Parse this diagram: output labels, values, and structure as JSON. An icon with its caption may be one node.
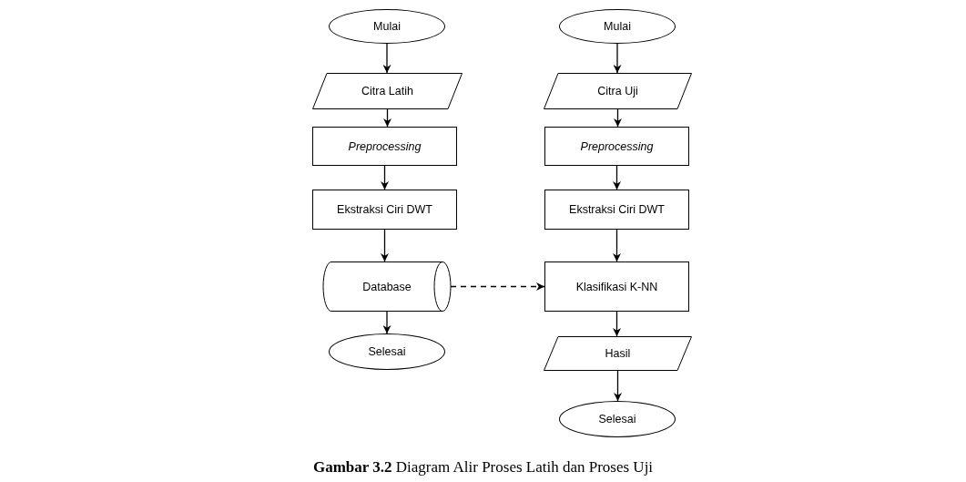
{
  "diagram": {
    "caption": "**Gambar 3.2** Diagram Alir Proses Latih dan Proses Uji",
    "nodes": [
      {
        "text": [
          "Mulai"
        ]
      },
      {
        "text": [
          "Citra Latih"
        ]
      },
      {
        "text": [
          "Preprocessing"
        ]
      },
      {
        "text": [
          "Ekstraksi Ciri DWT"
        ]
      },
      {
        "text": [
          "Database"
        ]
      },
      {
        "text": [
          "Selesai"
        ]
      },
      {
        "text": [
          "Mulai"
        ]
      },
      {
        "text": [
          "Citra Uji"
        ]
      },
      {
        "text": [
          "Preprocessing"
        ]
      },
      {
        "text": [
          "Ekstraksi Ciri DWT"
        ]
      },
      {
        "text": [
          "Klasifikasi K-NN"
        ]
      },
      {
        "text": [
          "Hasil"
        ]
      },
      {
        "text": [
          "Selesai"
        ]
      }
    ],
    "edges": [
      {
        "from": 0,
        "to": 1,
        "arrow": "to"
      },
      {
        "from": 1,
        "to": 2,
        "arrow": "to"
      },
      {
        "from": 2,
        "to": 3,
        "arrow": "to"
      },
      {
        "from": 3,
        "to": 4,
        "arrow": "to"
      },
      {
        "from": 4,
        "to": 5,
        "arrow": "to"
      },
      {
        "from": 6,
        "to": 7,
        "arrow": "to"
      },
      {
        "from": 7,
        "to": 8,
        "arrow": "to"
      },
      {
        "from": 8,
        "to": 9,
        "arrow": "to"
      },
      {
        "from": 9,
        "to": 10,
        "arrow": "to"
      },
      {
        "from": 10,
        "to": 11,
        "arrow": "to"
      },
      {
        "from": 11,
        "to": 12,
        "arrow": "to"
      },
      {
        "from": 4,
        "to": 10,
        "arrow": "to",
        "style": "dashed"
      }
    ]
  }
}
